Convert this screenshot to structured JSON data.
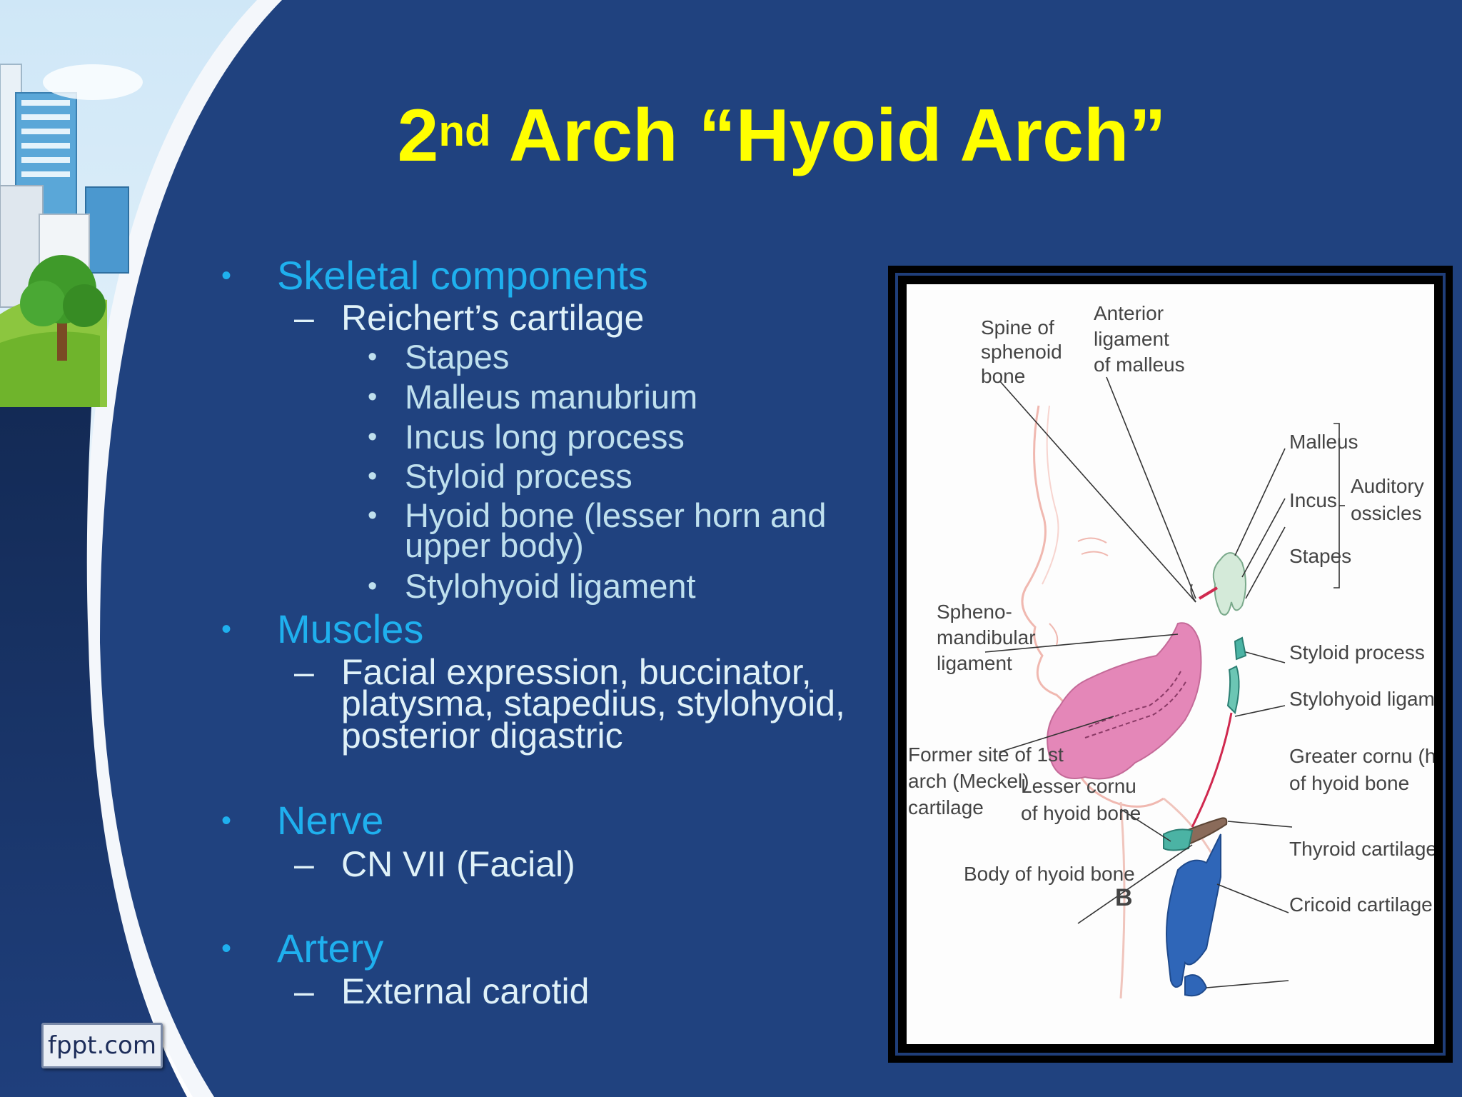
{
  "title": {
    "ordinal": "2",
    "suffix": "nd",
    "rest": " Arch “Hyoid Arch”"
  },
  "bullets": {
    "b1": "Skeletal components",
    "b1_sub": "Reichert’s cartilage",
    "b1_items": [
      "Stapes",
      "Malleus manubrium",
      "Incus long process",
      "Styloid process",
      "Hyoid bone (lesser horn and",
      "upper body)",
      "Stylohyoid ligament"
    ],
    "b2": "Muscles",
    "b2_sub": [
      "Facial expression, buccinator,",
      "platysma, stapedius, stylohyoid,",
      "posterior digastric"
    ],
    "b3": "Nerve",
    "b3_sub": "CN VII (Facial)",
    "b4": "Artery",
    "b4_sub": "External carotid",
    "bullet_glyph": "•",
    "dash_glyph": "–"
  },
  "figure": {
    "labels": {
      "spine1": "Spine of",
      "spine2": "sphenoid",
      "spine3": "bone",
      "ant1": "Anterior",
      "ant2": "ligament",
      "ant3": "of malleus",
      "malleus": "Malleus",
      "incus": "Incus",
      "stapes": "Stapes",
      "aud1": "Auditory",
      "aud2": "ossicles",
      "sph1": "Spheno-",
      "sph2": "mandibular",
      "sph3": "ligament",
      "styloid": "Styloid process",
      "stylohyoid": "Stylohyoid ligament",
      "fs1": "Former site of 1st",
      "fs2": "arch (Meckel)",
      "fs3": "cartilage",
      "lc1": "Lesser cornu",
      "lc2": "of hyoid bone",
      "gc1": "Greater cornu (horn)",
      "gc2": "of hyoid bone",
      "thyroid": "Thyroid cartilage",
      "body": "Body of hyoid bone",
      "panel": "B",
      "cricoid": "Cricoid cartilage"
    }
  },
  "logo": "fppt.com",
  "colors": {
    "title": "#ffff00",
    "level1": "#1fb0ee",
    "background": "#20427f",
    "mandible_pink": "#e487b8",
    "hyoid_teal": "#4bb3a4",
    "cartilage_blue": "#2f66b8"
  }
}
